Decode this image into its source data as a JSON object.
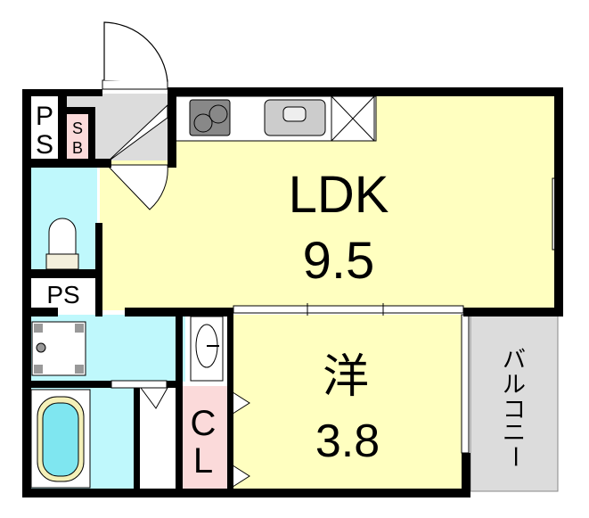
{
  "rooms": {
    "ldk": {
      "name": "LDK",
      "size": "9.5"
    },
    "bedroom": {
      "name": "洋",
      "size": "3.8"
    },
    "closet": {
      "line1": "C",
      "line2": "L"
    },
    "balcony": {
      "chars": [
        "バ",
        "ル",
        "コ",
        "ニ",
        "ー"
      ]
    },
    "ps_top": {
      "line1": "P",
      "line2": "S"
    },
    "shoe_box": {
      "line1": "S",
      "line2": "B"
    },
    "ps_mid": {
      "label": "PS"
    }
  },
  "colors": {
    "ldk": "#ffffc0",
    "wet": "#bff8fc",
    "closet": "#fbdada",
    "gray": "#dcdcdc",
    "wall": "#000000"
  }
}
